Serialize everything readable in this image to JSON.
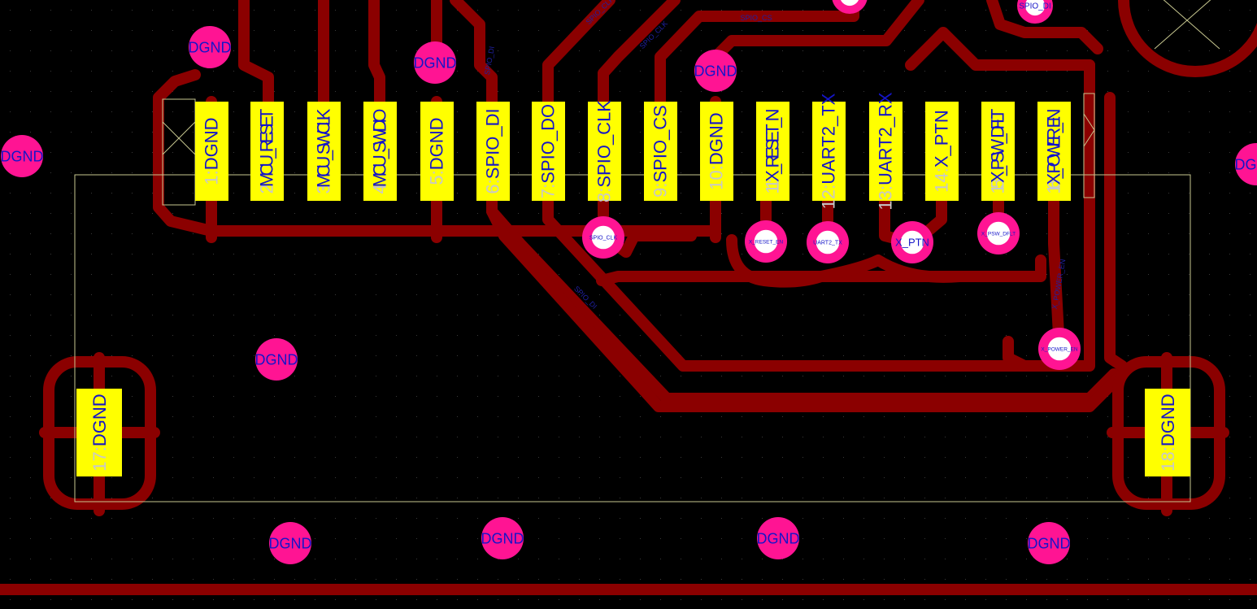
{
  "colors": {
    "background": "#000000",
    "copper": "#8b0000",
    "pad": "#ffff00",
    "via": "#ff1493",
    "via_hole": "#ffffff",
    "label": "#1515c8",
    "silkscreen": "#c8c890",
    "pad_number": "#c8c8c8"
  },
  "pads": [
    {
      "num": "1:",
      "net": "DGND"
    },
    {
      "num": "2:",
      "net": "MCU_RESET"
    },
    {
      "num": "3:",
      "net": "MCU_SWCLK"
    },
    {
      "num": "4:",
      "net": "MCU_SWDIO"
    },
    {
      "num": "5:",
      "net": "DGND"
    },
    {
      "num": "6:",
      "net": "SPIO_DI"
    },
    {
      "num": "7:",
      "net": "SPIO_DO"
    },
    {
      "num": "8:",
      "net": "SPIO_CLK"
    },
    {
      "num": "9:",
      "net": "SPIO_CS"
    },
    {
      "num": "10:",
      "net": "DGND"
    },
    {
      "num": "11:",
      "net": "X_RESET_N"
    },
    {
      "num": "12:",
      "net": "UART2_TX"
    },
    {
      "num": "13:",
      "net": "UART2_RX"
    },
    {
      "num": "14:",
      "net": "X_PTN"
    },
    {
      "num": "15:",
      "net": "X_PSW_DFLT"
    },
    {
      "num": "16:",
      "net": "X_POWER_EN"
    }
  ],
  "mount_pads": [
    {
      "num": "17:",
      "net": "DGND"
    },
    {
      "num": "18:",
      "net": "DGND"
    }
  ],
  "vias": [
    {
      "label": "DGND"
    },
    {
      "label": "DGND"
    },
    {
      "label": "DGND"
    },
    {
      "label": "DGND"
    },
    {
      "label": "DGND"
    },
    {
      "label": "DGND"
    },
    {
      "label": "DGND"
    },
    {
      "label": "DGND"
    },
    {
      "label": "DGND"
    },
    {
      "label": "DGND"
    },
    {
      "label": "DGND"
    },
    {
      "label": "SPIO_DI"
    },
    {
      "label": "SPIO_CLK"
    },
    {
      "label": "X_RESET_EN"
    },
    {
      "label": "UART2_TX"
    },
    {
      "label": "X_PTN"
    },
    {
      "label": "X_PSW_DFLT"
    },
    {
      "label": "X_POWER_EN"
    }
  ],
  "trace_labels": [
    {
      "text": "SPIO_CS"
    },
    {
      "text": "SPIO_DI"
    },
    {
      "text": "SPIO_CLK"
    },
    {
      "text": "SPIO_DI"
    },
    {
      "text": "SPIO_CLK"
    },
    {
      "text": "X_POWER_EN"
    }
  ]
}
